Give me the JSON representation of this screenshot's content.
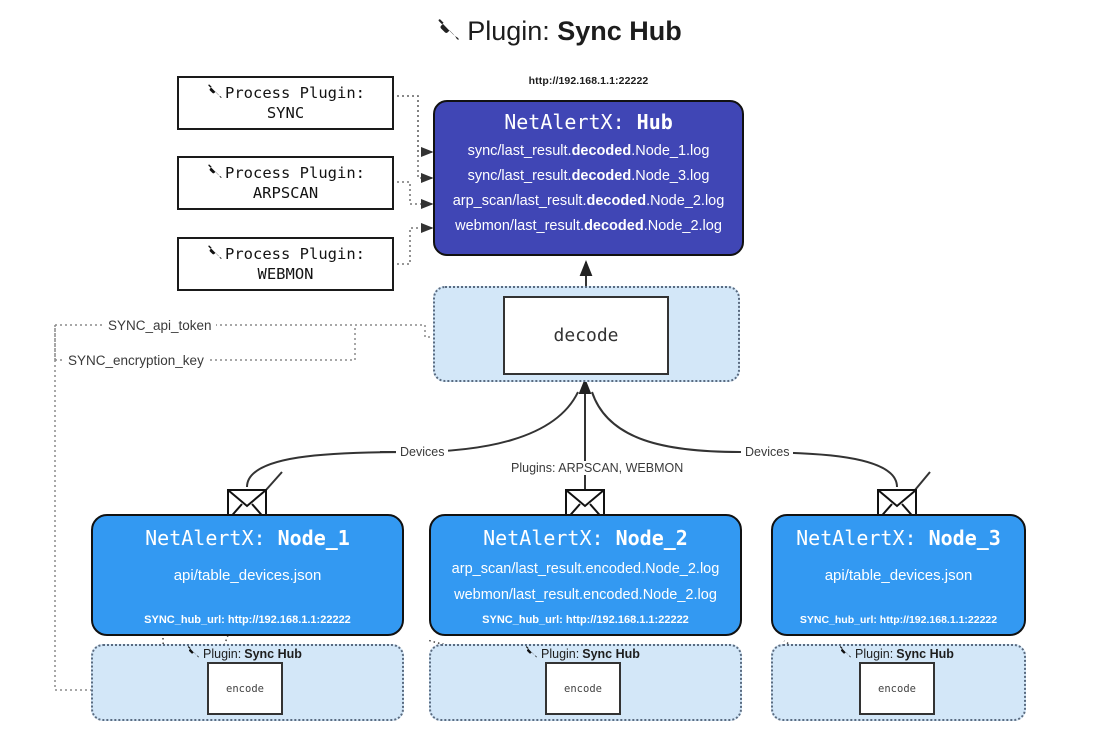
{
  "title": {
    "icon": "plug-icon",
    "prefix": "Plugin: ",
    "name": "Sync Hub"
  },
  "process_plugins": [
    {
      "icon": "plug-icon",
      "line1": "Process Plugin:",
      "line2": "SYNC"
    },
    {
      "icon": "plug-icon",
      "line1": "Process Plugin:",
      "line2": "ARPSCAN"
    },
    {
      "icon": "plug-icon",
      "line1": "Process Plugin:",
      "line2": "WEBMON"
    }
  ],
  "hub": {
    "url": "http://192.168.1.1:22222",
    "title_prefix": "NetAlertX: ",
    "title_name": "Hub",
    "lines": [
      {
        "pre": "sync/last_result.",
        "bold": "decoded",
        "post": ".Node_1.log"
      },
      {
        "pre": "sync/last_result.",
        "bold": "decoded",
        "post": ".Node_3.log"
      },
      {
        "pre": "arp_scan/last_result.",
        "bold": "decoded",
        "post": ".Node_2.log"
      },
      {
        "pre": "webmon/last_result.",
        "bold": "decoded",
        "post": ".Node_2.log"
      }
    ]
  },
  "decode": {
    "label": "decode"
  },
  "secrets": {
    "api_token": "SYNC_api_token",
    "encryption_key": "SYNC_encryption_key"
  },
  "edge_labels": {
    "devices_left": "Devices",
    "devices_right": "Devices",
    "plugins_center": "Plugins: ARPSCAN, WEBMON"
  },
  "nodes": [
    {
      "title_prefix": "NetAlertX: ",
      "title_name": "Node_1",
      "lines": [
        "api/table_devices.json"
      ],
      "footer": "SYNC_hub_url: http://192.168.1.1:22222",
      "envelope_icon": "envelope-icon"
    },
    {
      "title_prefix": "NetAlertX: ",
      "title_name": "Node_2",
      "lines": [
        "arp_scan/last_result.encoded.Node_2.log",
        "webmon/last_result.encoded.Node_2.log"
      ],
      "footer": "SYNC_hub_url: http://192.168.1.1:22222",
      "envelope_icon": "envelope-icon"
    },
    {
      "title_prefix": "NetAlertX: ",
      "title_name": "Node_3",
      "lines": [
        "api/table_devices.json"
      ],
      "footer": "SYNC_hub_url: http://192.168.1.1:22222",
      "envelope_icon": "envelope-icon"
    }
  ],
  "encoders": [
    {
      "icon": "plug-icon",
      "caption_prefix": "Plugin: ",
      "caption_name": "Sync Hub",
      "box_label": "encode"
    },
    {
      "icon": "plug-icon",
      "caption_prefix": "Plugin: ",
      "caption_name": "Sync Hub",
      "box_label": "encode"
    },
    {
      "icon": "plug-icon",
      "caption_prefix": "Plugin: ",
      "caption_name": "Sync Hub",
      "box_label": "encode"
    }
  ],
  "colors": {
    "hub_fill": "#4046b5",
    "node_fill": "#3399f2",
    "container_fill": "#d3e7f8",
    "stroke": "#111111",
    "dotted_stroke": "#5a6b80",
    "background": "#ffffff"
  }
}
